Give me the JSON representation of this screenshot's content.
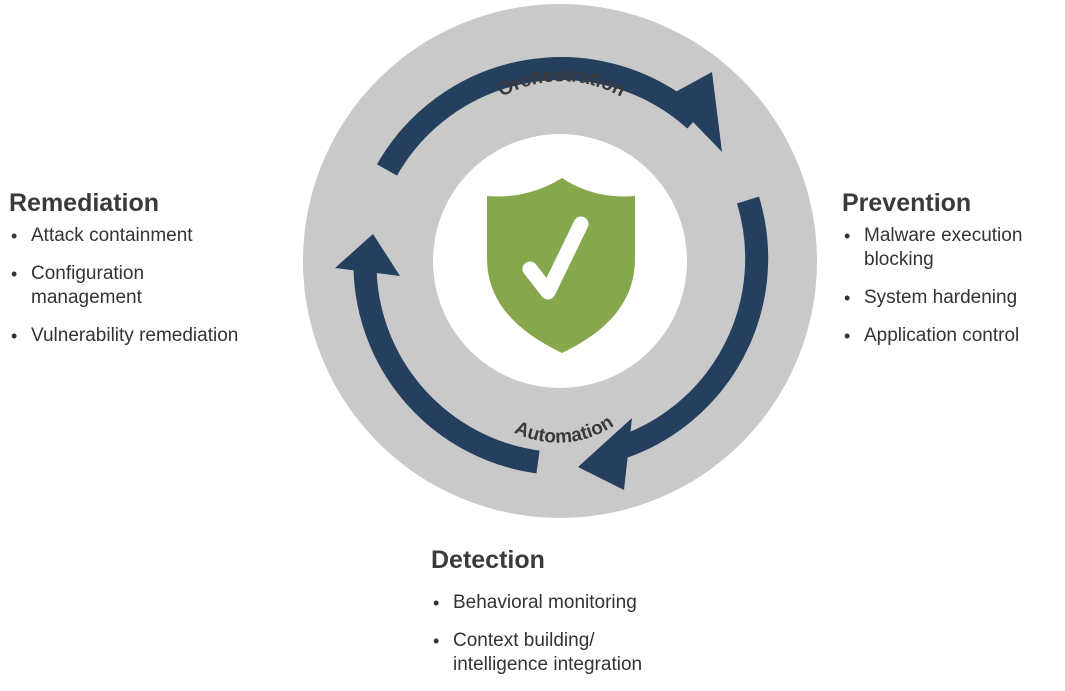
{
  "cycle": {
    "top_label": "Orchestration",
    "bottom_label": "Automation",
    "center_icon": "shield-check-icon"
  },
  "colors": {
    "ring": "#c9c9c9",
    "arrow": "#253f5e",
    "shield": "#86a74c",
    "check": "#ffffff"
  },
  "remediation": {
    "title": "Remediation",
    "items": [
      "Attack containment",
      "Configuration management",
      "Vulnerability remediation"
    ]
  },
  "prevention": {
    "title": "Prevention",
    "items": [
      "Malware execution blocking",
      "System hardening",
      "Application control"
    ]
  },
  "detection": {
    "title": "Detection",
    "items": [
      "Behavioral monitoring",
      "Context building/ intelligence integration"
    ]
  }
}
